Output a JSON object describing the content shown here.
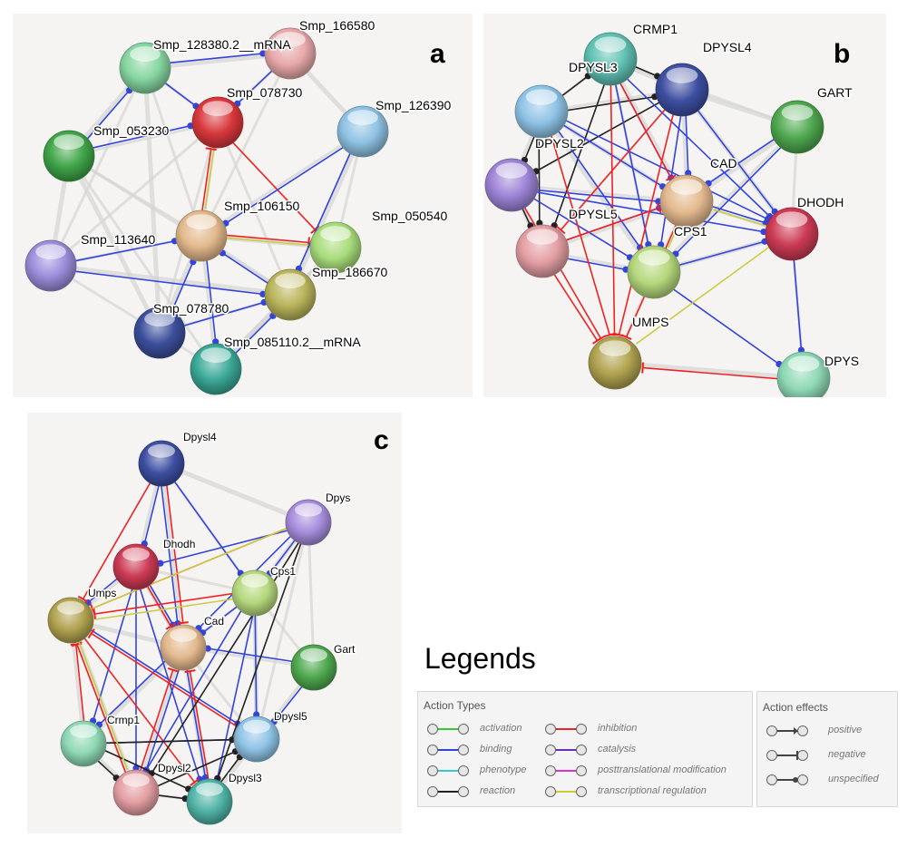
{
  "panels": [
    {
      "id": "a",
      "letter": "a",
      "nodes": [
        {
          "label": "Smp_166580",
          "color": "#e8a9aa"
        },
        {
          "label": "Smp_128380.2__mRNA",
          "color": "#86d6a0"
        },
        {
          "label": "Smp_078730",
          "color": "#d9383c"
        },
        {
          "label": "Smp_053230",
          "color": "#3fa548"
        },
        {
          "label": "Smp_126390",
          "color": "#8fc2e3"
        },
        {
          "label": "Smp_106150",
          "color": "#e2b98c"
        },
        {
          "label": "Smp_050540",
          "color": "#a8dc7a"
        },
        {
          "label": "Smp_113640",
          "color": "#9c8ddb"
        },
        {
          "label": "Smp_186670",
          "color": "#b9b45a"
        },
        {
          "label": "Smp_078780",
          "color": "#3c4f9c"
        },
        {
          "label": "Smp_085110.2__mRNA",
          "color": "#3aa896"
        }
      ]
    },
    {
      "id": "b",
      "letter": "b",
      "nodes": [
        {
          "label": "CRMP1",
          "color": "#5fc0b2"
        },
        {
          "label": "DPYSL4",
          "color": "#3e4fa2"
        },
        {
          "label": "DPYSL3",
          "color": "#8fc3e6"
        },
        {
          "label": "GART",
          "color": "#4ea84f"
        },
        {
          "label": "DPYSL2",
          "color": "#9d84d6"
        },
        {
          "label": "CAD",
          "color": "#e3b98e"
        },
        {
          "label": "DHODH",
          "color": "#cc3a54"
        },
        {
          "label": "DPYSL5",
          "color": "#e39ea3"
        },
        {
          "label": "CPS1",
          "color": "#b5d77c"
        },
        {
          "label": "UMPS",
          "color": "#b0a24f"
        },
        {
          "label": "DPYS",
          "color": "#8ed8b4"
        }
      ]
    },
    {
      "id": "c",
      "letter": "c",
      "nodes": [
        {
          "label": "Dpysl4",
          "color": "#3e4fa2"
        },
        {
          "label": "Dpys",
          "color": "#a68ddc"
        },
        {
          "label": "Dhodh",
          "color": "#cc3a54"
        },
        {
          "label": "Cps1",
          "color": "#b5d77c"
        },
        {
          "label": "Umps",
          "color": "#b0a24f"
        },
        {
          "label": "Cad",
          "color": "#e3b98e"
        },
        {
          "label": "Gart",
          "color": "#4ea84f"
        },
        {
          "label": "Crmp1",
          "color": "#8ed8b4"
        },
        {
          "label": "Dpysl5",
          "color": "#8fc3e6"
        },
        {
          "label": "Dpysl2",
          "color": "#e39ea3"
        },
        {
          "label": "Dpysl3",
          "color": "#4fb3a6"
        }
      ]
    }
  ],
  "legend": {
    "title": "Legends",
    "action_types_heading": "Action Types",
    "action_effects_heading": "Action effects",
    "action_types": [
      {
        "label": "activation",
        "color": "#33cc33"
      },
      {
        "label": "binding",
        "color": "#3344dd"
      },
      {
        "label": "phenotype",
        "color": "#33cccc"
      },
      {
        "label": "reaction",
        "color": "#222222"
      },
      {
        "label": "inhibition",
        "color": "#ee2222"
      },
      {
        "label": "catalysis",
        "color": "#6633aa"
      },
      {
        "label": "posttranslational modification",
        "color": "#dd33cc"
      },
      {
        "label": "transcriptional regulation",
        "color": "#cccc33"
      }
    ],
    "action_effects": [
      {
        "label": "positive",
        "marker": "arrow"
      },
      {
        "label": "negative",
        "marker": "bar"
      },
      {
        "label": "unspecified",
        "marker": "dot"
      }
    ]
  },
  "edge_colors": {
    "evidence": "#d4d4d4",
    "binding": "#3344dd",
    "inhibition": "#ee2222",
    "reaction": "#222222",
    "transcriptional": "#cccc44"
  }
}
